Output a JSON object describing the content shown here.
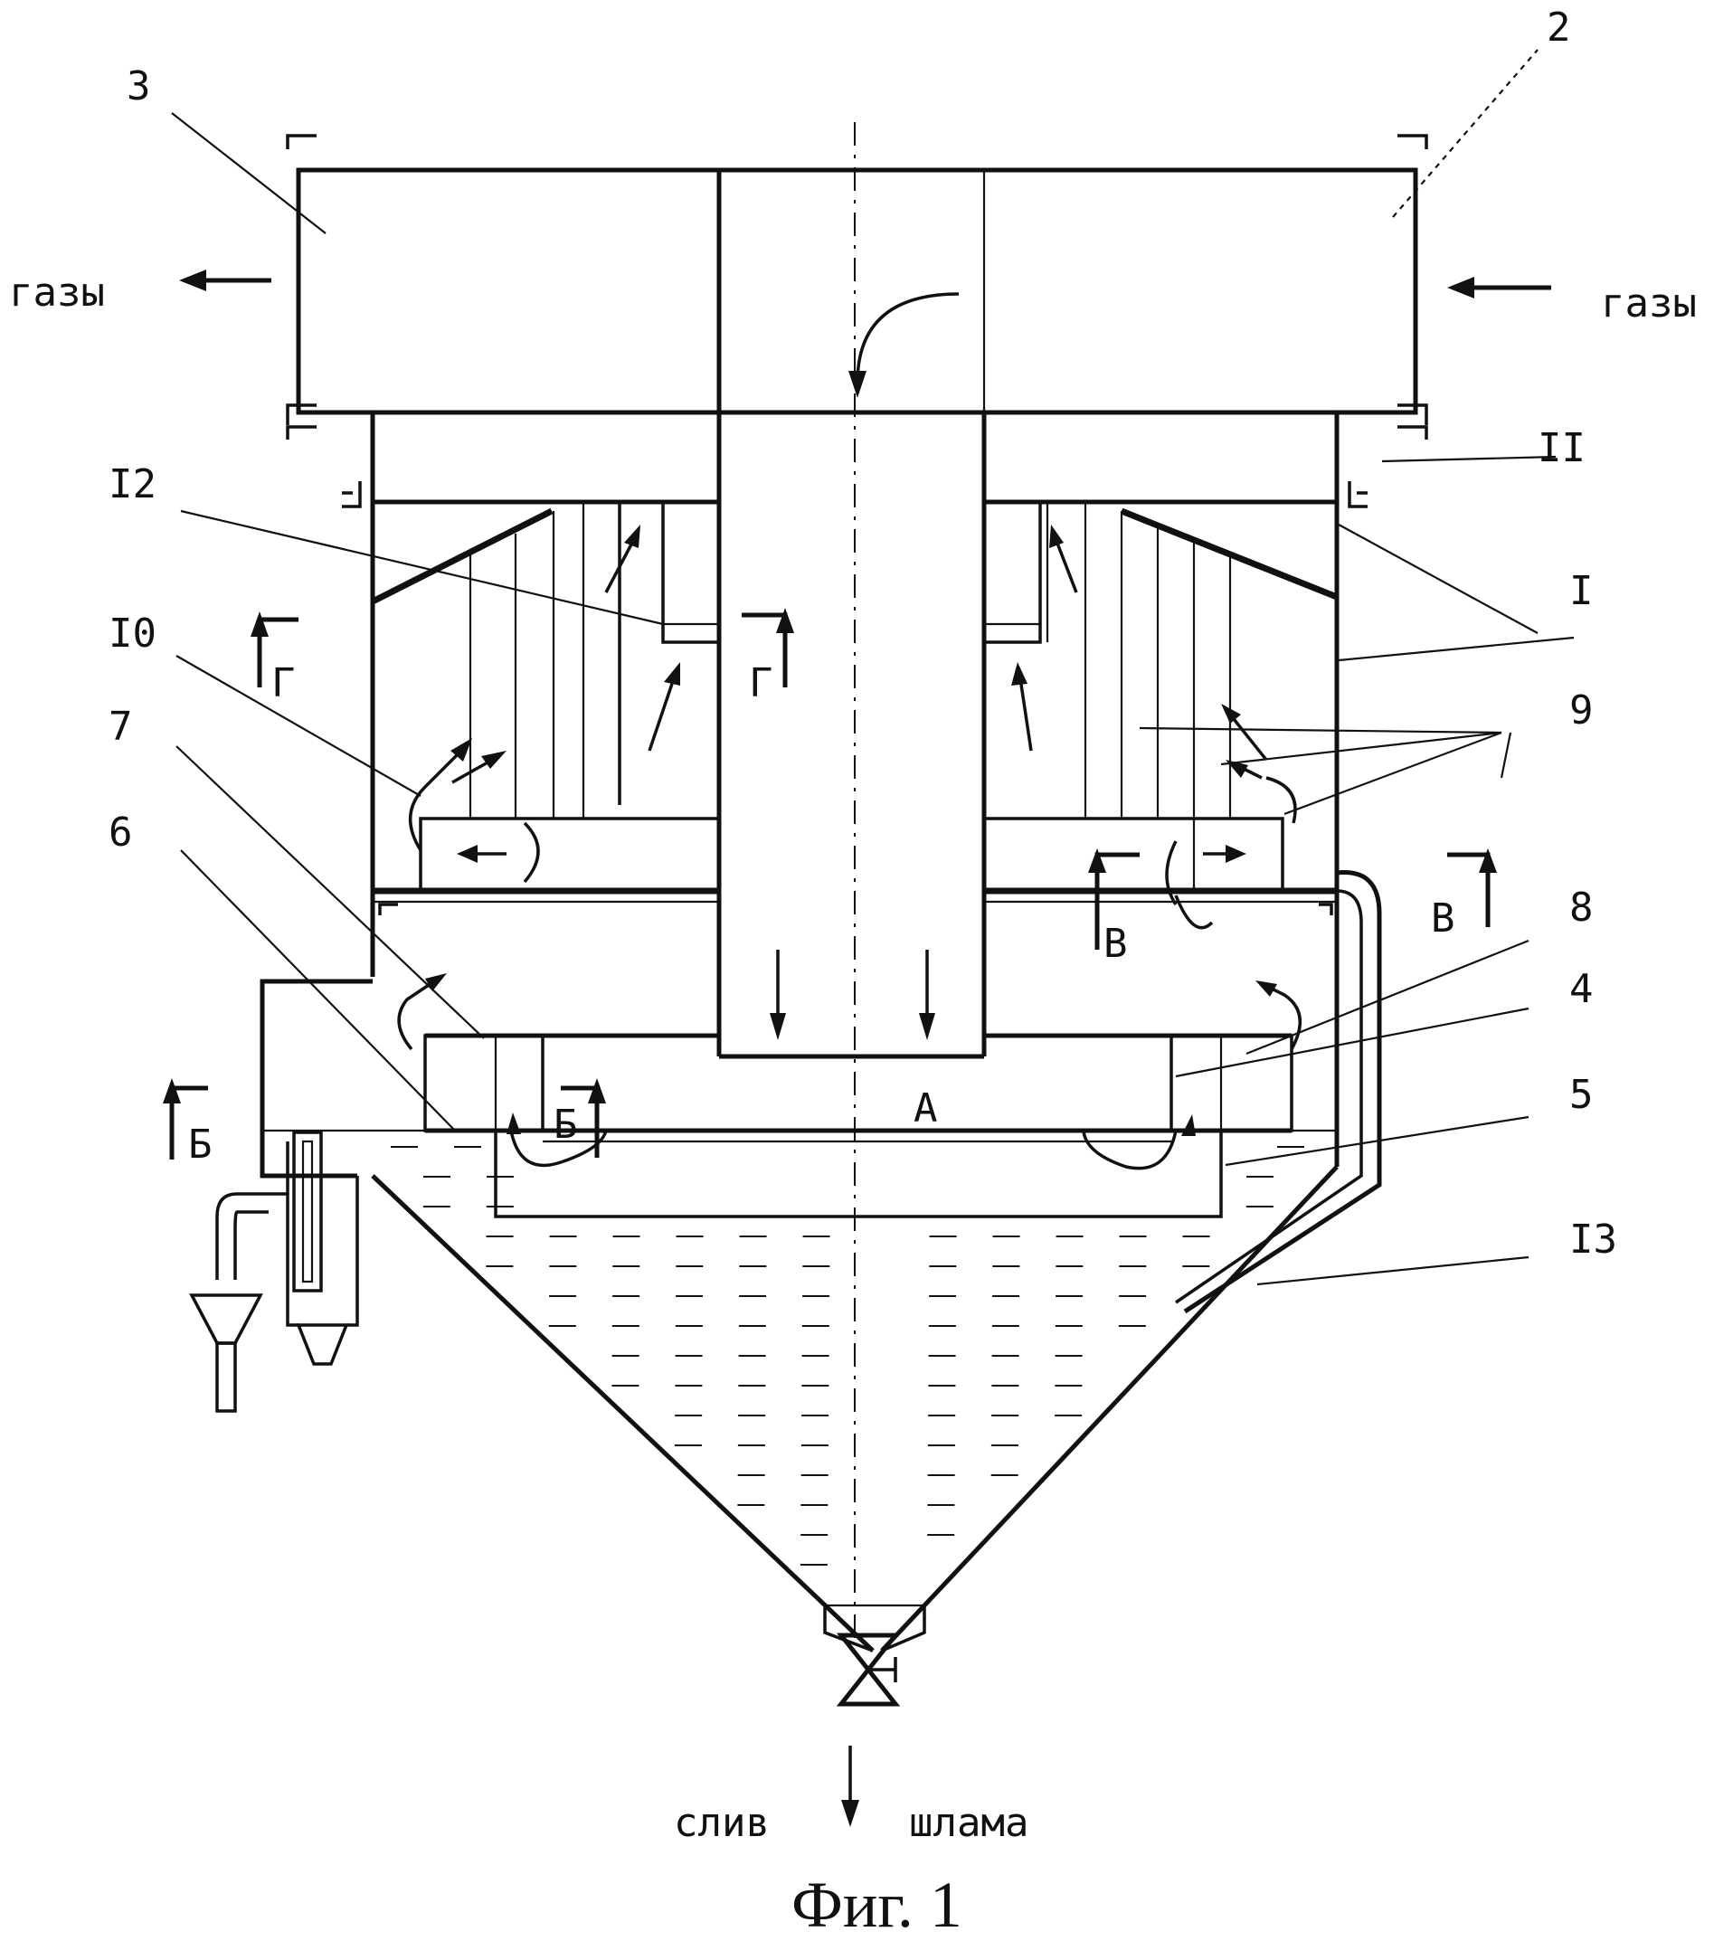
{
  "diagram": {
    "gas_in_label": "газы",
    "gas_out_label": "газы",
    "slurry_label_left": "слив",
    "slurry_label_right": "шлама",
    "caption": "Фиг. 1",
    "zone_label": "А",
    "part_labels": {
      "p1": "I",
      "p2": "2",
      "p3": "3",
      "p4": "4",
      "p5": "5",
      "p6": "6",
      "p7": "7",
      "p8": "8",
      "p9": "9",
      "p10": "I0",
      "p11": "II",
      "p12": "I2",
      "p13": "I3"
    },
    "section_labels": {
      "b_left": "Б",
      "b_mid": "Б",
      "v_mid": "В",
      "v_right": "В",
      "g_left": "Г",
      "g_mid": "Г"
    }
  }
}
